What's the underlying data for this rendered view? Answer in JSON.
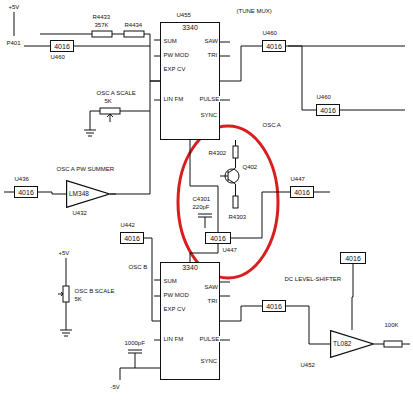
{
  "diagram": {
    "nodes": [
      {
        "text": [
          "3340"
        ]
      },
      {
        "text": [
          "3340"
        ]
      },
      {
        "text": [
          "LM348"
        ]
      },
      {
        "text": [
          "TL082"
        ]
      },
      {
        "text": [
          "4016"
        ]
      },
      {
        "text": [
          "4016"
        ]
      },
      {
        "text": [
          "4016"
        ]
      },
      {
        "text": [
          "4016"
        ]
      },
      {
        "text": [
          "4016"
        ]
      },
      {
        "text": [
          "4016"
        ]
      },
      {
        "text": [
          "4016"
        ]
      },
      {
        "text": [
          "4016"
        ]
      },
      {
        "text": [
          "4016"
        ]
      }
    ],
    "edges": [
      {
        "from": 4,
        "to": 0,
        "arrow": "none"
      },
      {
        "from": 5,
        "to": 2,
        "arrow": "none"
      },
      {
        "from": 2,
        "to": 0,
        "arrow": "none"
      },
      {
        "from": 0,
        "to": 7,
        "arrow": "none"
      },
      {
        "from": 7,
        "to": 8,
        "arrow": "none"
      },
      {
        "from": 0,
        "to": 6,
        "arrow": "none"
      },
      {
        "from": 6,
        "to": 1,
        "arrow": "none"
      },
      {
        "from": 11,
        "to": 1,
        "arrow": "none"
      },
      {
        "from": 1,
        "to": 10,
        "arrow": "none"
      },
      {
        "from": 10,
        "to": 3,
        "arrow": "none"
      },
      {
        "from": 6,
        "to": 9,
        "arrow": "none"
      },
      {
        "from": 12,
        "to": 3,
        "arrow": "none"
      }
    ],
    "labels": [
      "+5V",
      "P401",
      "U460",
      "R4433",
      "357K",
      "R4434",
      "OSC A SCALE",
      "5K",
      "U455",
      "SUM",
      "PW MOD",
      "EXP CV",
      "LIN FM",
      "SAW",
      "TRI",
      "PULSE",
      "SYNC",
      "OSC A",
      "(TUNE MUX)",
      "U460",
      "U460",
      "U432",
      "OSC A PW SUMMER",
      "U436",
      "R4302",
      "Q402",
      "C4301",
      "220pF",
      "R4303",
      "U447",
      "U442",
      "OSC B",
      "SUM",
      "PW MOD",
      "EXP CV",
      "LIN FM",
      "SAW",
      "TRI",
      "PULSE",
      "SYNC",
      "OSC B SCALE",
      "5K",
      "-5V",
      "1000pF",
      "U447",
      "DC LEVEL-SHIFTER",
      "U452",
      "100K",
      "+5V"
    ]
  }
}
